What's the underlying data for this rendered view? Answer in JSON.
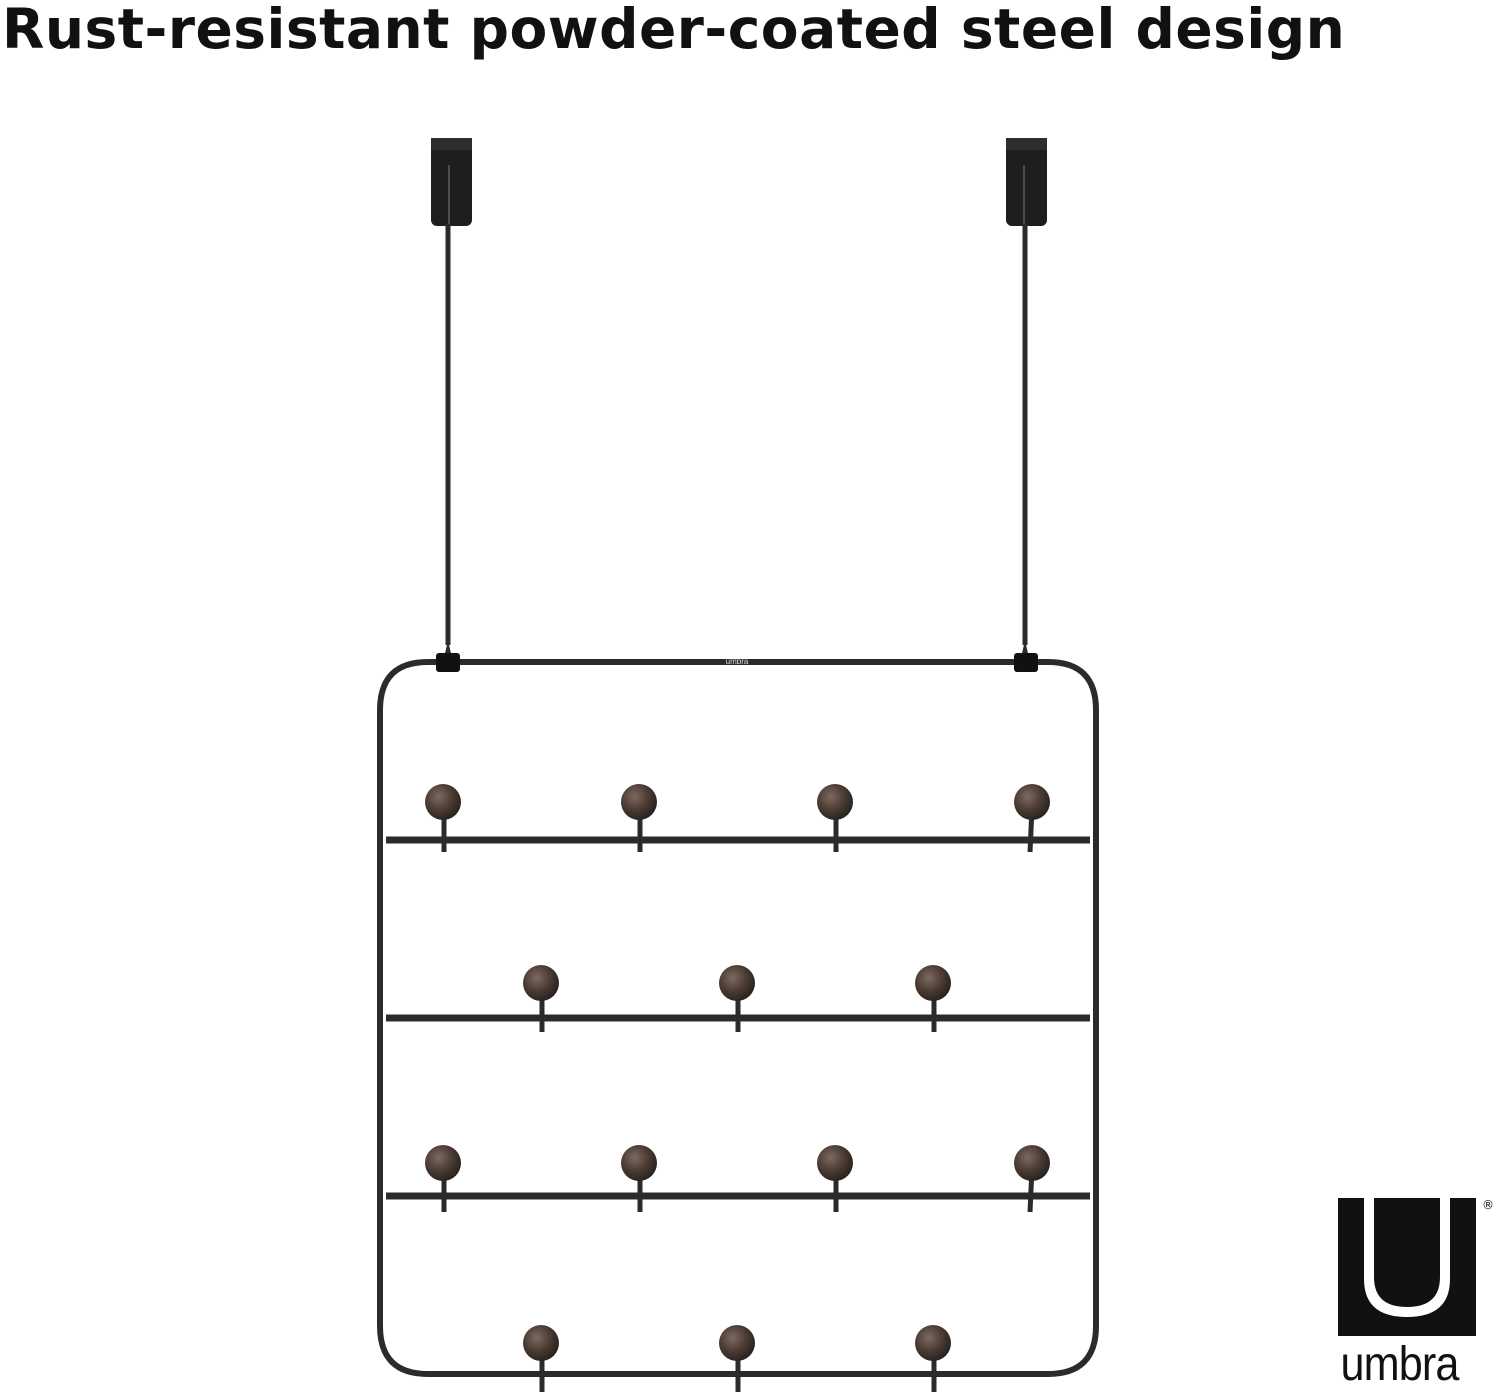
{
  "headline": "Rust-resistant powder-coated steel design",
  "product": {
    "name": "over-the-door hook rack",
    "frame_color": "#2b2b2b",
    "hook_color": "#4a3a32",
    "hooks_per_row": [
      4,
      3,
      4,
      3
    ],
    "engraving": "umbra"
  },
  "brand": {
    "wordmark": "umbra",
    "registered_mark": "®",
    "logo_bg": "#111111",
    "logo_fg": "#ffffff"
  }
}
